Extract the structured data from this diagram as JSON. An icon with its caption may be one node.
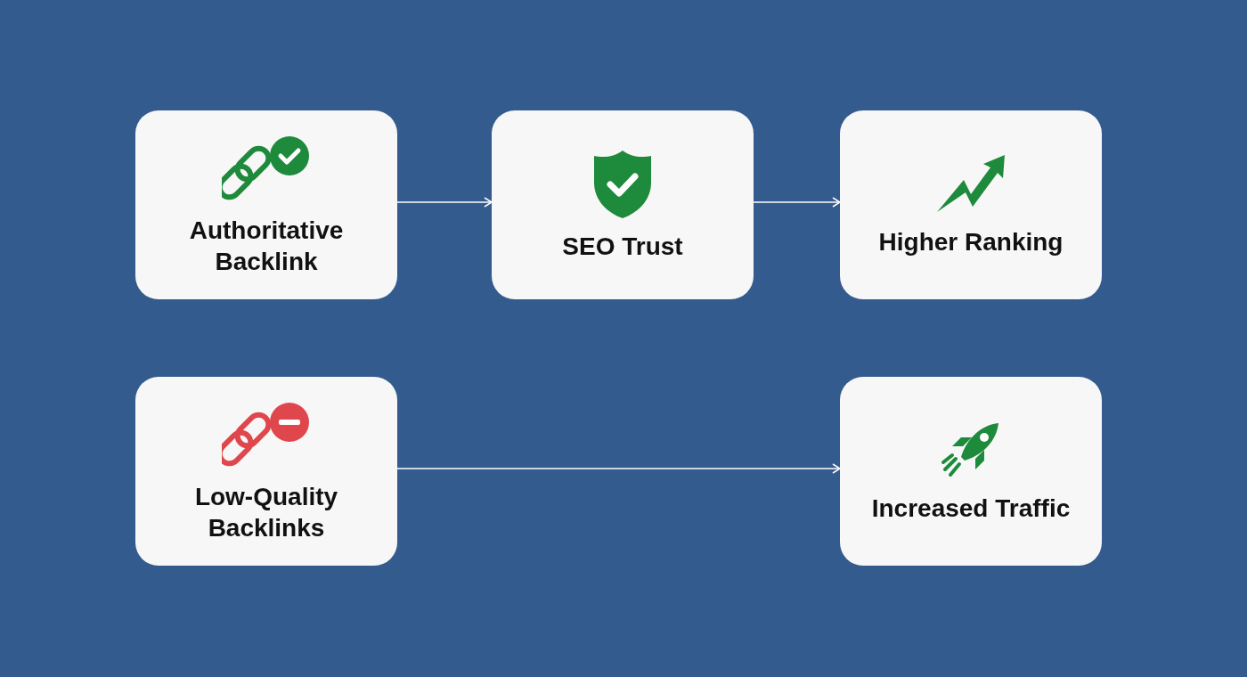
{
  "diagram": {
    "nodes": [
      {
        "text": [
          "Authoritative Backlink"
        ]
      },
      {
        "text": [
          "SEO Trust"
        ]
      },
      {
        "text": [
          "Higher Ranking"
        ]
      },
      {
        "text": [
          "Low-Quality Backlinks"
        ]
      },
      {
        "text": [
          "Increased Traffic"
        ]
      }
    ],
    "edges": [
      {
        "from": 0,
        "to": 1,
        "arrow": "to"
      },
      {
        "from": 1,
        "to": 2,
        "arrow": "to"
      },
      {
        "from": 3,
        "to": 4,
        "arrow": "to"
      }
    ]
  }
}
